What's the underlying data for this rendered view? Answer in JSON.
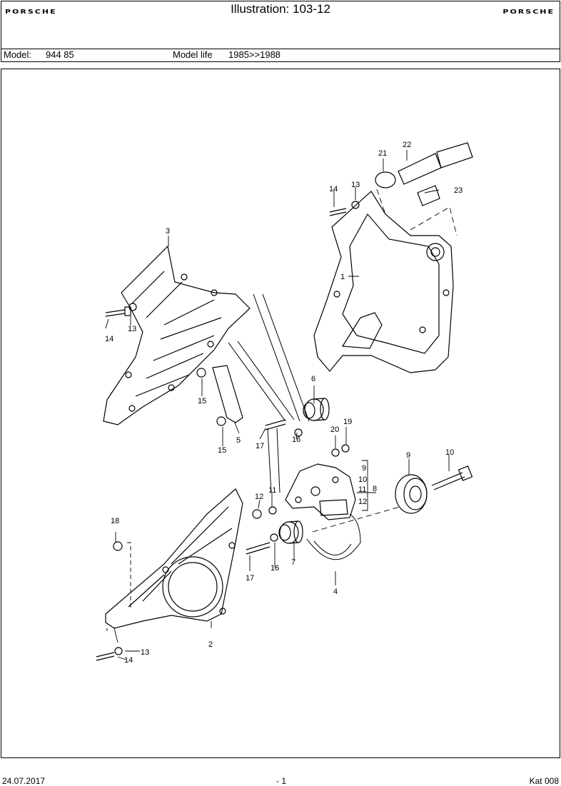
{
  "header": {
    "brand_left": "PORSCHE",
    "title": "Illustration: 103-12",
    "brand_right": "PORSCHE"
  },
  "model_bar": {
    "model_label": "Model:",
    "model_value": "944 85",
    "life_label": "Model life",
    "life_value": "1985>>1988"
  },
  "callouts": {
    "c1": "1",
    "c2": "2",
    "c3": "3",
    "c4": "4",
    "c5": "5",
    "c6": "6",
    "c7": "7",
    "c8": "8",
    "c9": "9",
    "c10": "10",
    "c11": "11",
    "c12": "12",
    "c13": "13",
    "c14": "14",
    "c15": "15",
    "c16": "16",
    "c17": "17",
    "c18": "18",
    "c19": "19",
    "c20": "20",
    "c21": "21",
    "c22": "22",
    "c23": "23"
  },
  "footer": {
    "date": "24.07.2017",
    "page": "- 1",
    "catalog": "Kat 008"
  }
}
